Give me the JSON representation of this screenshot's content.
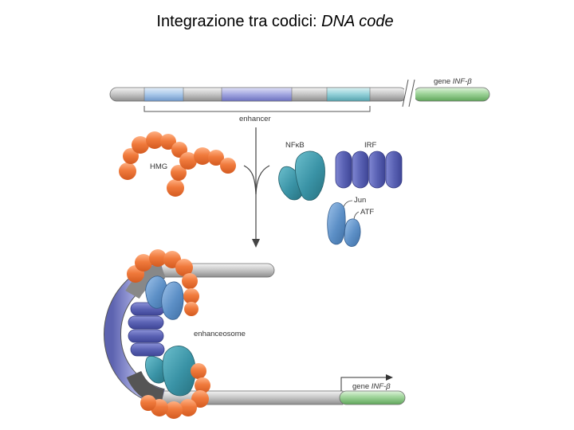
{
  "title": {
    "prefix": "Integrazione tra codici: ",
    "emphasis": "DNA code"
  },
  "labels": {
    "gene_prefix": "gene ",
    "gene_name": "INF-β",
    "enhancer": "enhancer",
    "hmg": "HMG",
    "nfkb": "NFκB",
    "irf": "IRF",
    "jun": "Jun",
    "atf": "ATF",
    "enhanceosome": "enhanceosome"
  },
  "colors": {
    "hmg_orange": "#f07a3c",
    "nfkb_teal": "#3a93a6",
    "irf_purple": "#5a62b4",
    "jun_atf_blue": "#5c8fc6",
    "gene_green": "#9fd49a",
    "dna_grey": "#c8c8c8"
  }
}
